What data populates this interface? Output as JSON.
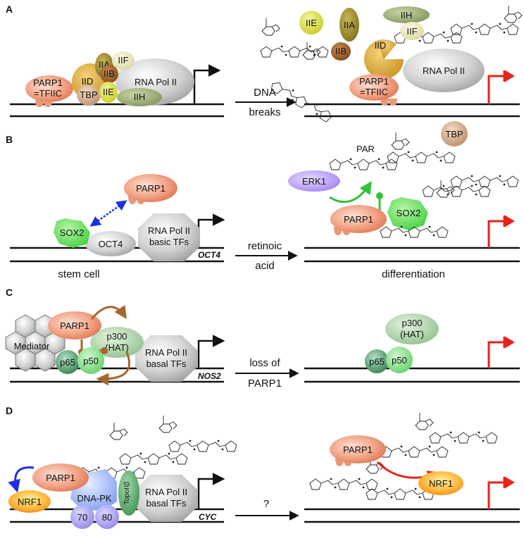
{
  "panels": {
    "A": {
      "letter": "A",
      "left": {
        "parp1": "PARP1",
        "tfiic": "=TFIIC",
        "tbp": "TBP",
        "iid": "IID",
        "iia": "IIA",
        "iib": "IIB",
        "iif": "IIF",
        "iie": "IIE",
        "iih": "IIH",
        "polii": "RNA Pol II"
      },
      "arrow": [
        "DNA",
        "breaks"
      ],
      "right": {
        "iie": "IIE",
        "iia": "IIA",
        "iih": "IIH",
        "iif": "IIF",
        "iib": "IIB",
        "iid": "IID",
        "parp1": "PARP1",
        "tfiic": "=TFIIC",
        "polii": "RNA Pol II"
      }
    },
    "B": {
      "letter": "B",
      "left": {
        "parp1": "PARP1",
        "sox2": "SOX2",
        "oct4": "OCT4",
        "polii": [
          "RNA Pol II",
          "basic TFs"
        ],
        "gene": "OCT4",
        "caption": "stem cell"
      },
      "arrow": [
        "retinoic",
        "acid"
      ],
      "right": {
        "par": "PAR",
        "tbp": "TBP",
        "erk1": "ERK1",
        "parp1": "PARP1",
        "sox2": "SOX2",
        "caption": "differentiation"
      }
    },
    "C": {
      "letter": "C",
      "left": {
        "mediator": "Mediator",
        "parp1": "PARP1",
        "p300": [
          "p300",
          "(HAT)"
        ],
        "p65": "p65",
        "p50": "p50",
        "polii": [
          "RNA Pol II",
          "basal TFs"
        ],
        "gene": "NOS2"
      },
      "arrow": [
        "loss of",
        "PARP1"
      ],
      "right": {
        "p300": [
          "p300",
          "(HAT)"
        ],
        "p65": "p65",
        "p50": "p50"
      }
    },
    "D": {
      "letter": "D",
      "left": {
        "parp1": "PARP1",
        "nrf1": "NRF1",
        "dnapk": "DNA-PK",
        "ku70": "70",
        "ku80": "80",
        "topo": "TopoIIβ",
        "polii": [
          "RNA Pol II",
          "basal TFs"
        ],
        "gene": "CYC"
      },
      "arrow": [
        "?"
      ],
      "right": {
        "parp1": "PARP1",
        "nrf1": "NRF1"
      }
    }
  }
}
